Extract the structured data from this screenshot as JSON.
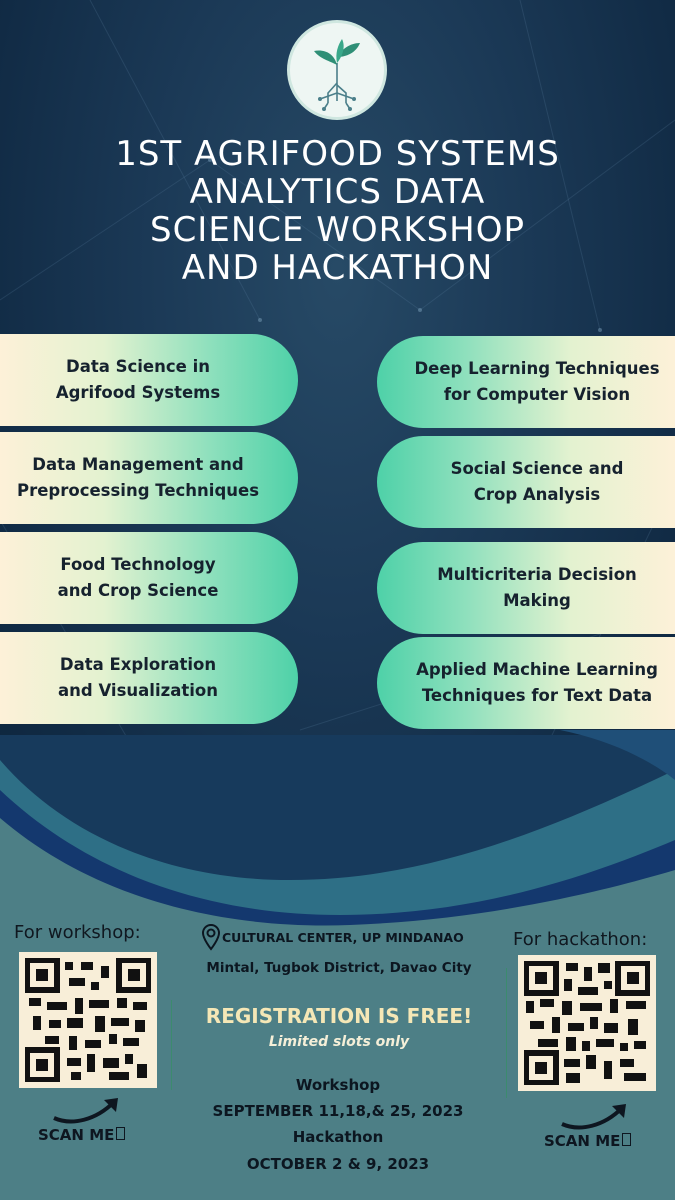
{
  "title": {
    "lines": [
      "1ST AGRIFOOD SYSTEMS",
      "ANALYTICS DATA",
      "SCIENCE WORKSHOP",
      "AND HACKATHON"
    ]
  },
  "topics": {
    "left": [
      "Data Science in\nAgrifood Systems",
      "Data Management and\nPreprocessing Techniques",
      "Food Technology\nand Crop Science",
      "Data Exploration\nand Visualization"
    ],
    "right": [
      "Deep Learning Techniques\nfor Computer Vision",
      "Social Science and\nCrop Analysis",
      "Multicriteria Decision\nMaking",
      "Applied Machine Learning\nTechniques for Text Data"
    ]
  },
  "workshop_qr": {
    "label": "For workshop:",
    "scan": "SCAN ME"
  },
  "hackathon_qr": {
    "label": "For hackathon:",
    "scan": "SCAN ME"
  },
  "venue": {
    "name": "CULTURAL CENTER, UP MINDANAO",
    "address": "Mintal, Tugbok District, Davao City"
  },
  "registration": {
    "headline": "REGISTRATION IS FREE!",
    "note": "Limited slots only"
  },
  "schedule": {
    "workshop_label": "Workshop",
    "workshop_dates": "SEPTEMBER 11,18,& 25, 2023",
    "hackathon_label": "Hackathon",
    "hackathon_dates": "OCTOBER 2 & 9, 2023"
  },
  "colors": {
    "navy": "#12304c",
    "mint": "#4ed1a8",
    "cream": "#fdf1d8",
    "teal_bottom": "#4d7f86",
    "deep_blue_wave": "#14386e"
  }
}
